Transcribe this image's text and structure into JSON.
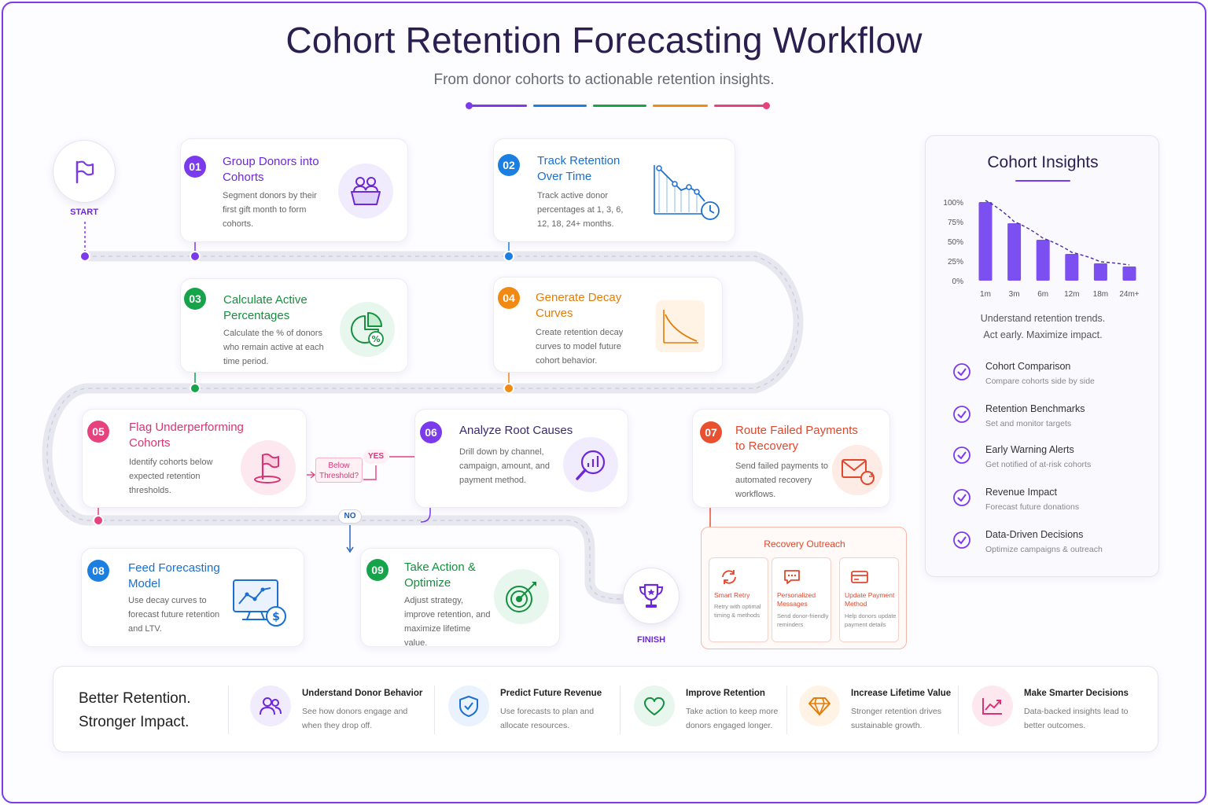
{
  "header": {
    "title": "Cohort Retention Forecasting Workflow",
    "subtitle": "From donor cohorts to actionable retention insights."
  },
  "colors": {
    "purple": "#7c3aed",
    "blue": "#1a7fe0",
    "green": "#16a34a",
    "orange": "#f08a12",
    "pink": "#e6437e",
    "red": "#e9502f"
  },
  "flow": {
    "start_label": "START",
    "finish_label": "FINISH",
    "decision_label": "Below Threshold?",
    "yes_label": "YES",
    "no_label": "NO"
  },
  "steps": [
    {
      "num": "01",
      "title": "Group Donors into Cohorts",
      "desc": "Segment donors by their first gift month to form cohorts.",
      "icon": "donor-group-icon"
    },
    {
      "num": "02",
      "title": "Track Retention Over Time",
      "desc": "Track active donor percentages at 1, 3, 6, 12, 18, 24+ months.",
      "icon": "retention-chart-icon"
    },
    {
      "num": "03",
      "title": "Calculate Active Percentages",
      "desc": "Calculate the % of donors who remain active at each time period.",
      "icon": "pie-percent-icon"
    },
    {
      "num": "04",
      "title": "Generate Decay Curves",
      "desc": "Create retention decay curves to model future cohort behavior.",
      "icon": "decay-curve-icon"
    },
    {
      "num": "05",
      "title": "Flag Underperforming Cohorts",
      "desc": "Identify cohorts below expected retention thresholds.",
      "icon": "flag-icon"
    },
    {
      "num": "06",
      "title": "Analyze Root Causes",
      "desc": "Drill down by channel, campaign, amount, and payment method.",
      "icon": "magnifier-chart-icon"
    },
    {
      "num": "07",
      "title": "Route Failed Payments to Recovery",
      "desc": "Send failed payments to automated recovery workflows.",
      "icon": "mail-refresh-icon"
    },
    {
      "num": "08",
      "title": "Feed Forecasting Model",
      "desc": "Use decay curves to forecast future retention and LTV.",
      "icon": "monitor-forecast-icon"
    },
    {
      "num": "09",
      "title": "Take Action & Optimize",
      "desc": "Adjust strategy, improve retention, and maximize lifetime value.",
      "icon": "target-icon"
    }
  ],
  "recovery": {
    "title": "Recovery Outreach",
    "items": [
      {
        "title": "Smart Retry",
        "desc": "Retry with optimal timing & methods",
        "icon": "retry-icon"
      },
      {
        "title": "Personalized Messages",
        "desc": "Send donor-friendly reminders",
        "icon": "message-icon"
      },
      {
        "title": "Update Payment Method",
        "desc": "Help donors update payment details",
        "icon": "card-icon"
      }
    ]
  },
  "insights": {
    "title": "Cohort Insights",
    "caption_line1": "Understand retention trends.",
    "caption_line2": "Act early. Maximize impact.",
    "features": [
      {
        "title": "Cohort Comparison",
        "desc": "Compare cohorts side by side"
      },
      {
        "title": "Retention Benchmarks",
        "desc": "Set and monitor targets"
      },
      {
        "title": "Early Warning Alerts",
        "desc": "Get notified of at-risk cohorts"
      },
      {
        "title": "Revenue Impact",
        "desc": "Forecast future donations"
      },
      {
        "title": "Data-Driven Decisions",
        "desc": "Optimize campaigns & outreach"
      }
    ]
  },
  "chart_data": {
    "type": "bar",
    "categories": [
      "1m",
      "3m",
      "6m",
      "12m",
      "18m",
      "24m+"
    ],
    "values": [
      100,
      73,
      52,
      34,
      22,
      18
    ],
    "ytick_labels": [
      "100%",
      "75%",
      "50%",
      "25%",
      "0%"
    ],
    "ylim": [
      0,
      100
    ],
    "trend_line": "dashed",
    "grid": false
  },
  "bottom": {
    "tagline_line1": "Better Retention.",
    "tagline_line2": "Stronger Impact.",
    "items": [
      {
        "title": "Understand Donor Behavior",
        "desc": "See how donors engage and when they drop off.",
        "icon": "people-icon"
      },
      {
        "title": "Predict Future Revenue",
        "desc": "Use forecasts to plan and allocate resources.",
        "icon": "shield-icon"
      },
      {
        "title": "Improve Retention",
        "desc": "Take action to keep more donors engaged longer.",
        "icon": "heart-icon"
      },
      {
        "title": "Increase Lifetime Value",
        "desc": "Stronger retention drives sustainable growth.",
        "icon": "diamond-icon"
      },
      {
        "title": "Make Smarter Decisions",
        "desc": "Data-backed insights lead to better outcomes.",
        "icon": "trend-icon"
      }
    ]
  }
}
